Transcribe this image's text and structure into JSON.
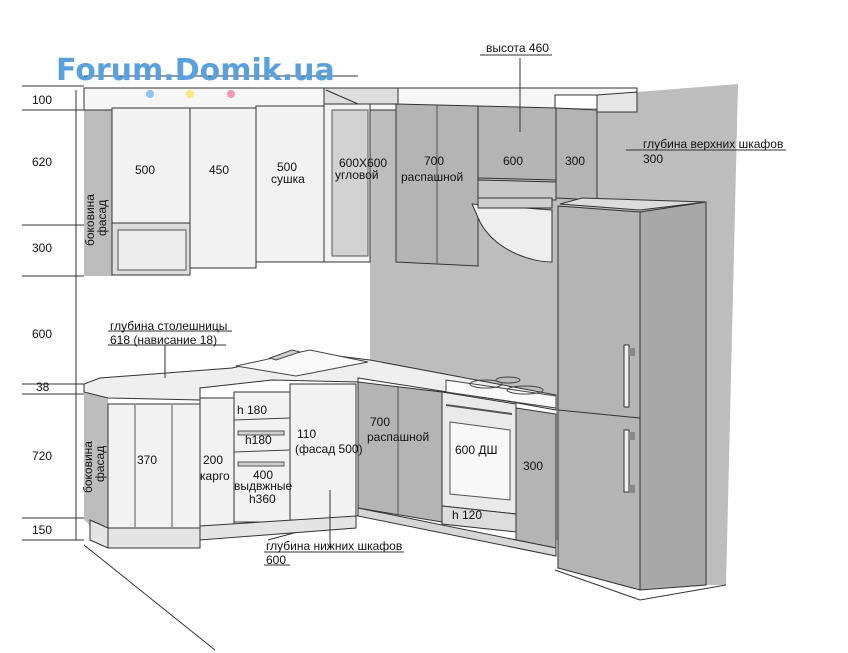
{
  "watermark": {
    "text": "Forum.Domik.ua",
    "dot_colors": [
      "#8ec3ee",
      "#f0ec80",
      "#f09ab4"
    ]
  },
  "colors": {
    "wall": "#bdbdbd",
    "cabinet_gray": "#b4b4b4",
    "cabinet_light": "#f2f2f2",
    "counter": "#efefef",
    "line": "#333333"
  },
  "left_dims": {
    "d100": "100",
    "d620": "620",
    "d300": "300",
    "d600": "600",
    "d38": "38",
    "d720": "720",
    "d150": "150"
  },
  "labels": {
    "top_height": "высота 460",
    "upper_depth_1": "глубина верхних шкафов",
    "upper_depth_2": "300",
    "u500": "500",
    "u450": "450",
    "u500s_1": "500",
    "u500s_2": "сушка",
    "corner_1": "600Х600",
    "corner_2": "угловой",
    "u700_1": "700",
    "u700_2": "распашной",
    "u600": "600",
    "u300": "300",
    "side_upper_1": "боковина",
    "side_upper_2": "фасад",
    "counter_depth_1": "глубина столешницы",
    "counter_depth_2": "618 (нависание 18)",
    "l370": "370",
    "l200_1": "200",
    "l200_2": "карго",
    "h180a": "h 180",
    "h180b": "h180",
    "l400_1": "400",
    "l400_2": "выдвжные",
    "l400_3": "h360",
    "l110_1": "110",
    "l110_2": "(фасад 500)",
    "l700_1": "700",
    "l700_2": "распашной",
    "dw": "600 ДШ",
    "h120": "h 120",
    "l300": "300",
    "side_lower_1": "боковина",
    "side_lower_2": "фасад",
    "lower_depth_1": "глубина нижних шкафов",
    "lower_depth_2": "600"
  }
}
